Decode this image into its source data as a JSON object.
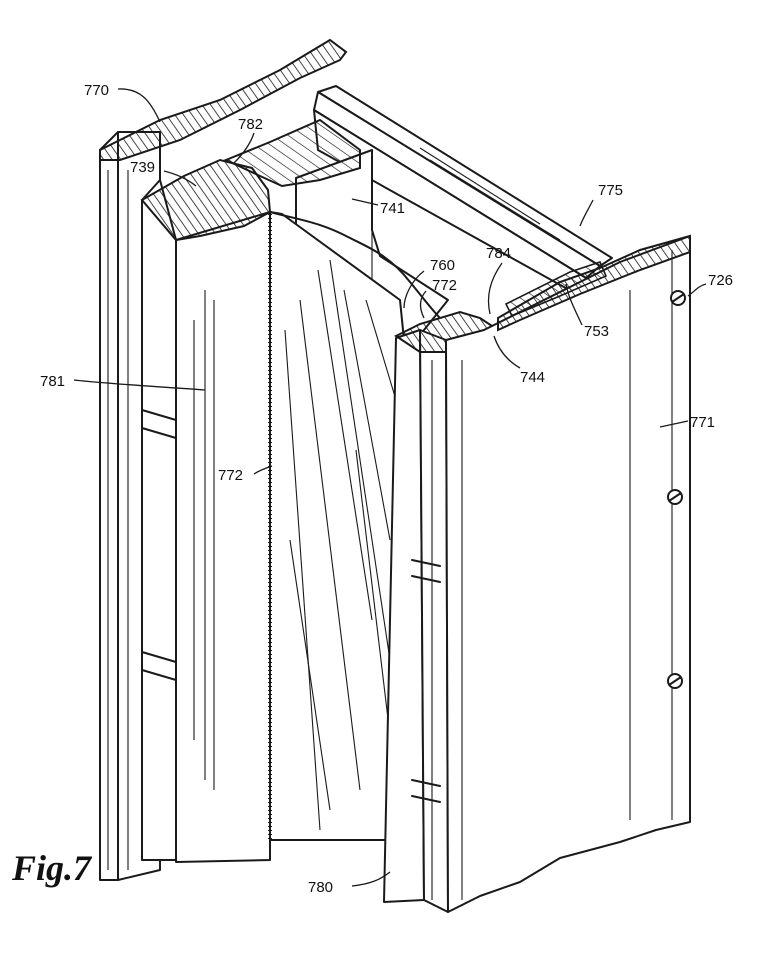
{
  "figure": {
    "label": "Fig.7",
    "refs": {
      "r770": "770",
      "r782": "782",
      "r739": "739",
      "r741": "741",
      "r775": "775",
      "r760": "760",
      "r772a": "772",
      "r784": "784",
      "r726": "726",
      "r753": "753",
      "r744": "744",
      "r781": "781",
      "r771": "771",
      "r772b": "772",
      "r780": "780"
    },
    "colors": {
      "ink": "#1a1a1a",
      "paper": "#ffffff"
    }
  }
}
